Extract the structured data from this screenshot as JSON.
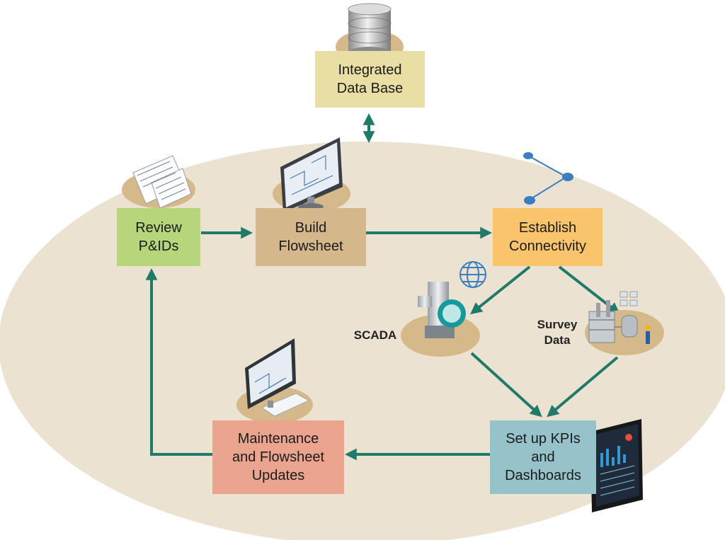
{
  "colors": {
    "ellipse": "#ece2d2",
    "arrow": "#1f7a6a",
    "database_box": "#e9dea4",
    "review_box": "#b7d57a",
    "build_box": "#d4b88c",
    "establish_box": "#f9c46c",
    "kpi_box": "#96c3c9",
    "maintenance_box": "#eba58e"
  },
  "nodes": {
    "database": {
      "line1": "Integrated",
      "line2": "Data Base",
      "icon": "database-icon"
    },
    "review": {
      "line1": "Review",
      "line2": "P&IDs",
      "icon": "drawings-icon"
    },
    "build": {
      "line1": "Build",
      "line2": "Flowsheet",
      "icon": "monitor-icon"
    },
    "establish": {
      "line1": "Establish",
      "line2": "Connectivity",
      "icon": "connection-nodes-icon"
    },
    "kpi": {
      "line1": "Set up KPIs",
      "line2": "and",
      "line3": "Dashboards",
      "icon": "dashboard-tablet-icon"
    },
    "maintenance": {
      "line1": "Maintenance",
      "line2": "and Flowsheet",
      "line3": "Updates",
      "icon": "workstation-icon"
    },
    "scada": {
      "label": "SCADA",
      "icon": "transmitter-icon"
    },
    "survey": {
      "line1": "Survey",
      "line2": "Data",
      "icon": "plant-icon"
    }
  }
}
